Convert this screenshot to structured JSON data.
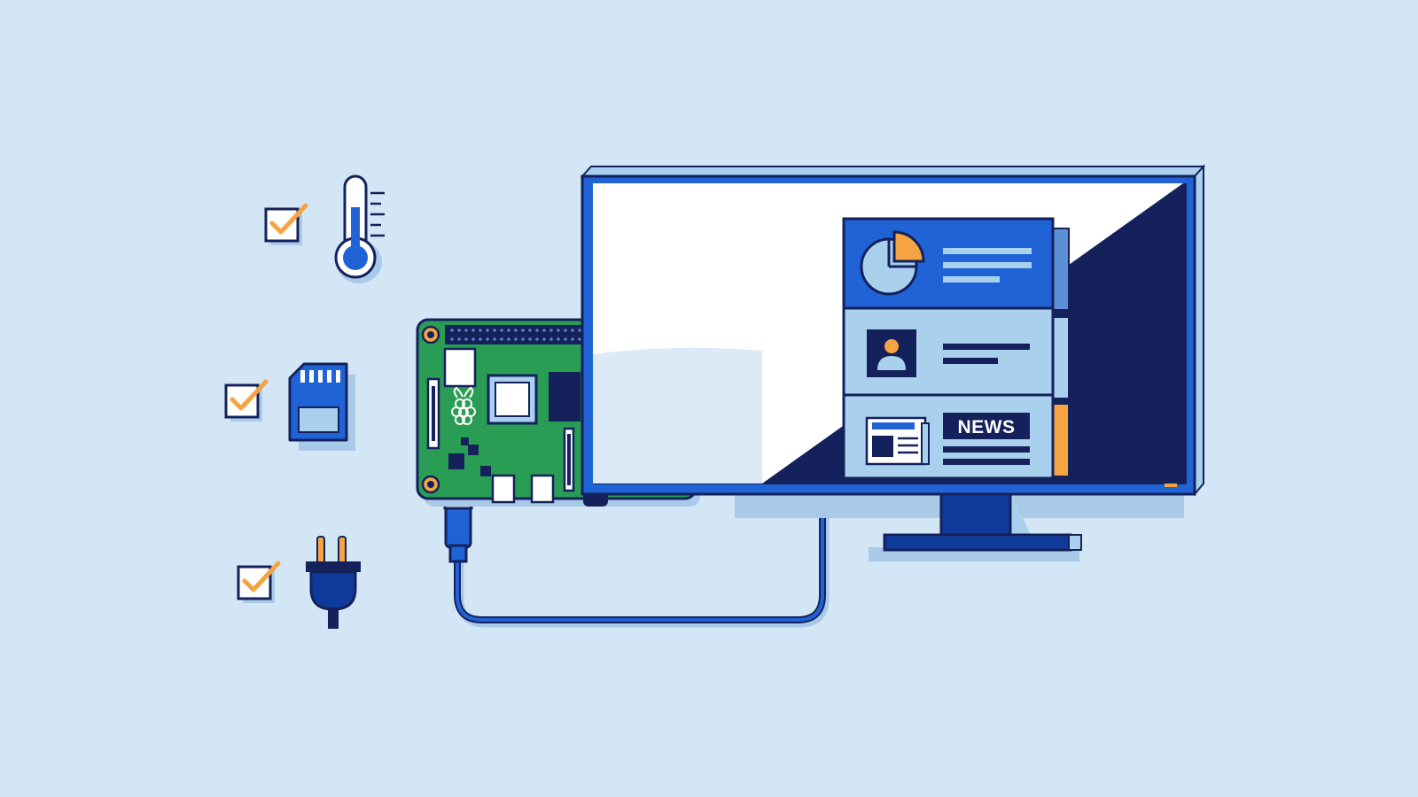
{
  "colors": {
    "background": "#d3e6f6",
    "navy": "#14215b",
    "blue": "#1f63d6",
    "deep_blue": "#0e3b9c",
    "pale_blue": "#a9d1ee",
    "orange": "#f5a441",
    "board_green": "#2a9d55",
    "white": "#ffffff"
  },
  "checklist": {
    "items": [
      {
        "icon": "thermometer-icon",
        "checked": true
      },
      {
        "icon": "sd-card-icon",
        "checked": true
      },
      {
        "icon": "power-plug-icon",
        "checked": true
      }
    ]
  },
  "board": {
    "logo_icon": "raspberry-logo-icon"
  },
  "monitor": {
    "dashboard": {
      "cards": [
        {
          "icon": "pie-chart-icon",
          "text_lines": 3
        },
        {
          "icon": "user-profile-icon",
          "text_lines": 2
        },
        {
          "icon": "newspaper-icon",
          "badge": "NEWS",
          "text_lines": 2
        }
      ]
    }
  }
}
